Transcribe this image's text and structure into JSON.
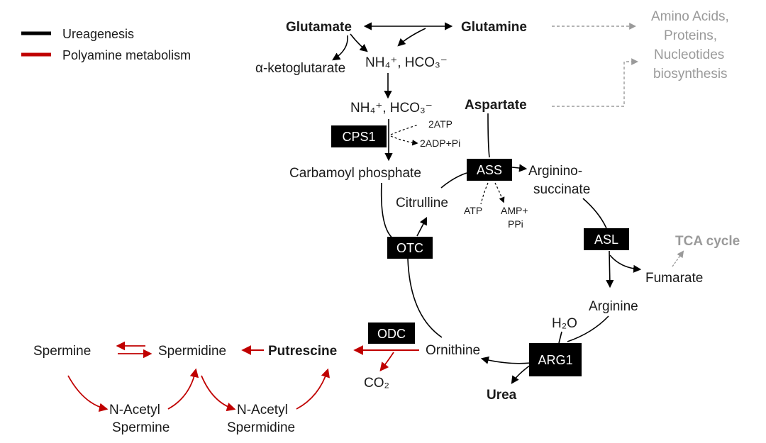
{
  "legend": {
    "ureagenesis": "Ureagenesis",
    "polyamine": "Polyamine metabolism",
    "ureagenesis_color": "#000000",
    "polyamine_color": "#c00000"
  },
  "metabolites": {
    "glutamate": "Glutamate",
    "glutamine": "Glutamine",
    "alpha_kg": "α-ketoglutarate",
    "nh4_hco3": "NH₄⁺, HCO₃⁻",
    "aspartate": "Aspartate",
    "carbamoyl_phosphate": "Carbamoyl phosphate",
    "citrulline": "Citrulline",
    "argininosuccinate_1": "Arginino-",
    "argininosuccinate_2": "succinate",
    "fumarate": "Fumarate",
    "arginine": "Arginine",
    "ornithine": "Ornithine",
    "urea": "Urea",
    "putrescine": "Putrescine",
    "spermidine": "Spermidine",
    "spermine": "Spermine",
    "n_acetyl": "N-Acetyl",
    "spermine_word": "Spermine",
    "spermidine_word": "Spermidine",
    "co2": "CO₂",
    "h2o": "H₂O",
    "atp_2": "2ATP",
    "adp_2": "2ADP+Pi",
    "atp": "ATP",
    "amp": "AMP+",
    "ppi": "PPi"
  },
  "outputs": {
    "amino_acids": "Amino Acids,",
    "proteins": "Proteins,",
    "nucleotides": "Nucleotides",
    "biosynthesis": "biosynthesis",
    "tca": "TCA cycle",
    "grey_color": "#9a9a9a"
  },
  "enzymes": {
    "cps1": "CPS1",
    "ass": "ASS",
    "asl": "ASL",
    "otc": "OTC",
    "arg1": "ARG1",
    "odc": "ODC"
  }
}
